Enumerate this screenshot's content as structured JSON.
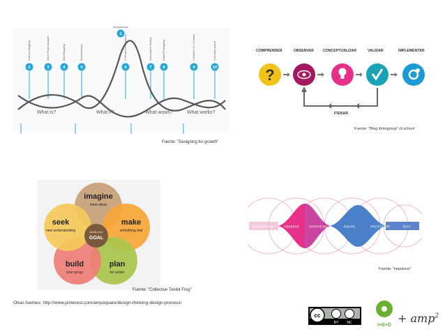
{
  "top_left": {
    "visualization_label": "Visualization",
    "steps": [
      {
        "num": "1",
        "label": "Visualization"
      },
      {
        "num": "2",
        "label": "Journey Mapping"
      },
      {
        "num": "3",
        "label": "Value Chain Analysis"
      },
      {
        "num": "4",
        "label": "Mind Mapping"
      },
      {
        "num": "5",
        "label": "Brainstorming"
      },
      {
        "num": "6",
        "label": "Concept Development"
      },
      {
        "num": "7",
        "label": "Assumption Testing"
      },
      {
        "num": "8",
        "label": "Rapid Prototyping"
      },
      {
        "num": "9",
        "label": "Customer Co-Creation"
      },
      {
        "num": "10",
        "label": "Learning Launch"
      }
    ],
    "phases": [
      "What is?",
      "What if?",
      "What wows?",
      "What works?"
    ],
    "caption": "Fuente: \"Designing for growth\""
  },
  "top_right": {
    "stages": [
      "COMPRENDER",
      "OBSERVAR",
      "CONCEPTUALIZAR",
      "VALIDAR",
      "IMPLEMENTAR"
    ],
    "loop_label": "ITERAR",
    "caption": "Fuente: \"Blog iõmngroup\" /d.school"
  },
  "bottom_left": {
    "petals": [
      {
        "title": "imagine",
        "sub": "more ideas"
      },
      {
        "title": "make",
        "sub": "something real"
      },
      {
        "title": "plan",
        "sub": "for action"
      },
      {
        "title": "build",
        "sub": "your group"
      },
      {
        "title": "seek",
        "sub": "new understanding"
      }
    ],
    "center_top": "clarify your",
    "center_main": "GOAL",
    "caption": "Fuente: \"Collective Toolkit Frog\""
  },
  "bottom_right": {
    "stages": [
      "UNDERSTAND",
      "OBSERVE",
      "SYNTHESIS",
      "IDEATE",
      "PROTOTYPE",
      "TEST"
    ],
    "caption": "Fuente: \"impulsoa\""
  },
  "footer": {
    "other_sources": "Otras fuentes: http://www.pinterest.com/ampsquare/design-thinking-design-process/",
    "cc_labels": [
      "cc",
      "BY",
      "NC"
    ],
    "ied_label": "I+E+D",
    "amp_label": "+ amp",
    "amp_sup": "2"
  },
  "colors": {
    "blue": "#29a6d8",
    "dark": "#555555",
    "yellow": "#f2c21b",
    "magenta": "#a3185f",
    "pink": "#e6308a",
    "teal": "#1aa3b2",
    "cyan": "#1b9ad3",
    "petal_brown": "#c8a27a",
    "petal_orange": "#f7a637",
    "petal_green": "#a8c54a",
    "petal_red": "#ee7e76",
    "petal_yellow": "#f5c95a",
    "green_logo": "#6bb033"
  }
}
